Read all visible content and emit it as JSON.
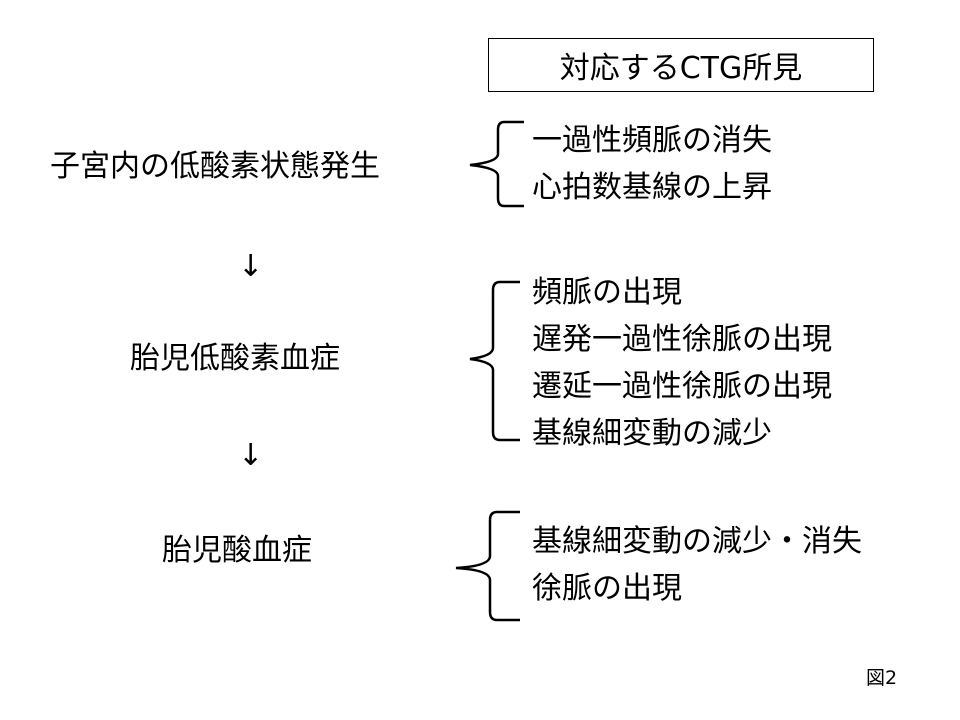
{
  "header": {
    "title": "対応するCTG所見"
  },
  "stages": [
    {
      "label": "子宮内の低酸素状態発生",
      "findings": [
        "一過性頻脈の消失",
        "心拍数基線の上昇"
      ]
    },
    {
      "label": "胎児低酸素血症",
      "findings": [
        "頻脈の出現",
        "遅発一過性徐脈の出現",
        "遷延一過性徐脈の出現",
        "基線細変動の減少"
      ]
    },
    {
      "label": "胎児酸血症",
      "findings": [
        "基線細変動の減少・消失",
        "徐脈の出現"
      ]
    }
  ],
  "arrows": [
    "↓",
    "↓"
  ],
  "figure_label": "図2"
}
